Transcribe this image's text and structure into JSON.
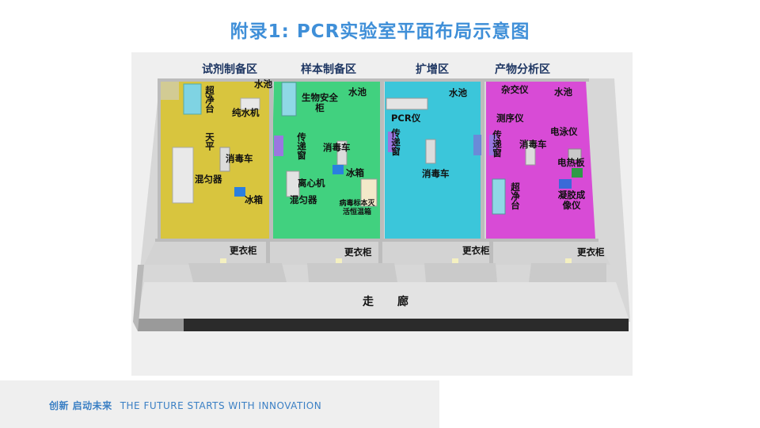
{
  "title": "附录1: PCR实验室平面布局示意图",
  "zones": {
    "reagent": "试剂制备区",
    "sample": "样本制备区",
    "amplification": "扩增区",
    "analysis": "产物分析区"
  },
  "reagent_room": {
    "bench": "超净台",
    "sink": "水池",
    "water": "纯水机",
    "balance": "天平",
    "cart": "消毒车",
    "mixer": "混匀器",
    "fridge": "冰箱"
  },
  "sample_room": {
    "cabinet": "生物安全柜",
    "sink": "水池",
    "pass": "传递窗",
    "cart": "消毒车",
    "centrifuge": "离心机",
    "fridge": "冰箱",
    "mixer": "混匀器",
    "incubator": "病毒标本灭活恒温箱"
  },
  "amp_room": {
    "sink": "水池",
    "pcr": "PCR仪",
    "pass": "传递窗",
    "cart": "消毒车"
  },
  "analysis_room": {
    "hybrid": "杂交仪",
    "sink": "水池",
    "sequencer": "测序仪",
    "pass": "传递窗",
    "cart": "消毒车",
    "electrophoresis": "电泳仪",
    "heater": "电热板",
    "bench": "超净台",
    "imager": "凝胶成像仪"
  },
  "lockers": [
    "更衣柜",
    "更衣柜",
    "更衣柜",
    "更衣柜"
  ],
  "corridor": "走廊",
  "footer": {
    "slogan": "创新 启动未来",
    "english": "THE FUTURE STARTS WITH INNOVATION"
  },
  "colors": {
    "reagent": "#d9c23c",
    "sample": "#3fcf7c",
    "amplification": "#38c4d8",
    "analysis": "#d848d4",
    "title": "#3f8fd8",
    "zone_label": "#1f3763"
  }
}
